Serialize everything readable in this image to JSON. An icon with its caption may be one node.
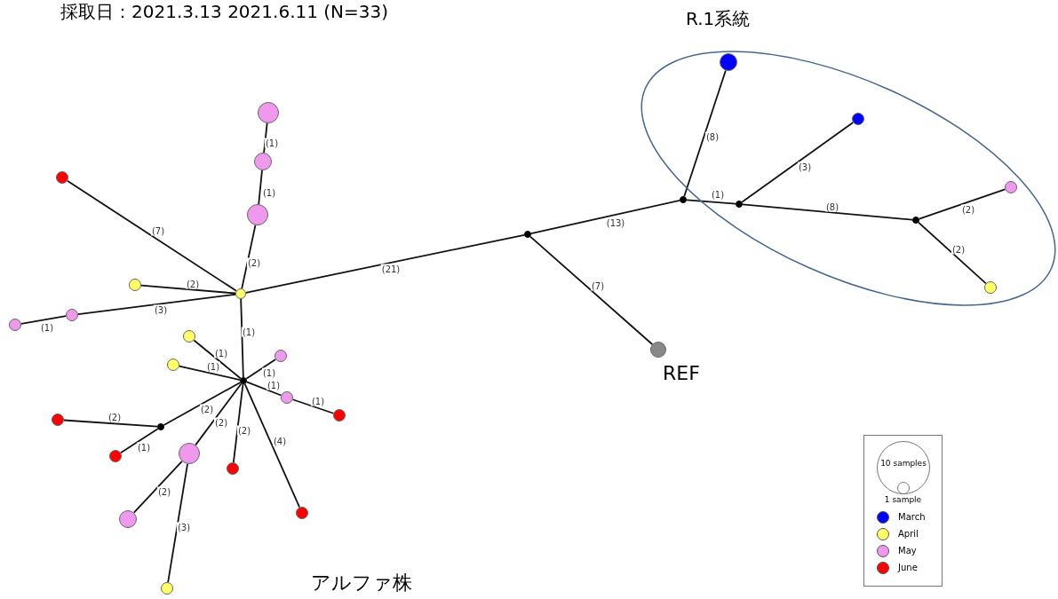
{
  "diagram": {
    "title": "採取日：2021.3.13 2021.6.11 (N=33)",
    "nodes": [
      {
        "text": [
          "R.1系統"
        ]
      },
      {
        "text": [],
        "shape": "circle"
      },
      {
        "text": [],
        "shape": "circle",
        "in": 0
      },
      {
        "text": [],
        "shape": "circle",
        "in": 0
      },
      {
        "text": [],
        "shape": "circle"
      },
      {
        "text": [],
        "shape": "circle"
      },
      {
        "text": [],
        "shape": "circle",
        "in": 0
      },
      {
        "text": [],
        "shape": "circle"
      },
      {
        "text": [],
        "shape": "circle",
        "in": 0
      },
      {
        "text": [],
        "shape": "circle"
      },
      {
        "text": [],
        "shape": "circle",
        "in": 0
      },
      {
        "text": [],
        "shape": "circle"
      },
      {
        "text": [],
        "shape": "circle"
      },
      {
        "text": [],
        "shape": "circle",
        "in": 0
      },
      {
        "text": [],
        "shape": "circle"
      },
      {
        "text": [],
        "shape": "circle"
      },
      {
        "text": [],
        "shape": "circle"
      },
      {
        "text": [],
        "shape": "circle"
      },
      {
        "text": [],
        "shape": "circle",
        "beside": [
          "REF"
        ]
      },
      {
        "text": [],
        "shape": "circle"
      },
      {
        "text": [],
        "shape": "circle"
      },
      {
        "text": [],
        "shape": "circle"
      },
      {
        "text": [],
        "shape": "circle"
      },
      {
        "text": [],
        "shape": "circle"
      },
      {
        "text": [],
        "shape": "circle"
      },
      {
        "text": [],
        "shape": "circle"
      },
      {
        "text": [],
        "shape": "circle"
      },
      {
        "text": [],
        "shape": "circle"
      },
      {
        "text": [],
        "shape": "circle"
      },
      {
        "text": [],
        "shape": "circle"
      },
      {
        "text": [],
        "shape": "circle"
      },
      {
        "text": [],
        "shape": "circle"
      }
    ],
    "edges": [
      {
        "from": 14,
        "to": 9,
        "arrow": "none",
        "label": "(2)"
      },
      {
        "from": 9,
        "to": 4,
        "arrow": "none",
        "label": "(1)"
      },
      {
        "from": 4,
        "to": 1,
        "arrow": "none",
        "label": "(1)"
      },
      {
        "from": 14,
        "to": 5,
        "arrow": "none",
        "label": "(7)"
      },
      {
        "from": 14,
        "to": 12,
        "arrow": "none",
        "label": "(2)"
      },
      {
        "from": 14,
        "to": 15,
        "arrow": "none",
        "label": "(3)"
      },
      {
        "from": 15,
        "to": 16,
        "arrow": "none",
        "label": "(1)"
      },
      {
        "from": 14,
        "to": 21,
        "arrow": "none",
        "label": "(1)"
      },
      {
        "from": 14,
        "to": 11,
        "arrow": "none",
        "label": "(21)"
      },
      {
        "from": 11,
        "to": 18,
        "arrow": "none",
        "label": "(7)"
      },
      {
        "from": 11,
        "to": 7,
        "arrow": "none",
        "label": "(13)"
      },
      {
        "from": 7,
        "to": 2,
        "arrow": "none",
        "label": "(8)"
      },
      {
        "from": 7,
        "to": 8,
        "arrow": "none",
        "label": "(1)"
      },
      {
        "from": 8,
        "to": 3,
        "arrow": "none",
        "label": "(3)"
      },
      {
        "from": 8,
        "to": 10,
        "arrow": "none",
        "label": "(8)"
      },
      {
        "from": 10,
        "to": 6,
        "arrow": "none",
        "label": "(2)"
      },
      {
        "from": 10,
        "to": 13,
        "arrow": "none",
        "label": "(2)"
      },
      {
        "from": 21,
        "to": 17,
        "arrow": "none",
        "label": "(1)"
      },
      {
        "from": 21,
        "to": 20,
        "arrow": "none",
        "label": "(1)"
      },
      {
        "from": 21,
        "to": 19,
        "arrow": "none",
        "label": "(1)"
      },
      {
        "from": 21,
        "to": 22,
        "arrow": "none",
        "label": "(1)"
      },
      {
        "from": 22,
        "to": 23,
        "arrow": "none",
        "label": "(1)"
      },
      {
        "from": 21,
        "to": 25,
        "arrow": "none",
        "label": "(2)"
      },
      {
        "from": 25,
        "to": 24,
        "arrow": "none",
        "label": "(2)"
      },
      {
        "from": 25,
        "to": 27,
        "arrow": "none",
        "label": "(1)"
      },
      {
        "from": 21,
        "to": 26,
        "arrow": "none",
        "label": "(2)"
      },
      {
        "from": 26,
        "to": 30,
        "arrow": "none",
        "label": "(2)"
      },
      {
        "from": 26,
        "to": 31,
        "arrow": "none",
        "label": "(3)"
      },
      {
        "from": 21,
        "to": 28,
        "arrow": "none",
        "label": "(2)"
      },
      {
        "from": 21,
        "to": 29,
        "arrow": "none",
        "label": "(4)"
      }
    ],
    "labels": [
      "アルファ株"
    ],
    "legend": [
      {
        "text": "10 samples"
      },
      {
        "text": "1 sample"
      },
      {
        "text": "March",
        "color": "#0000ff"
      },
      {
        "text": "April",
        "color": "#ffff66"
      },
      {
        "text": "May",
        "color": "#ee99ee"
      },
      {
        "text": "June",
        "color": "#ff0000"
      }
    ]
  }
}
